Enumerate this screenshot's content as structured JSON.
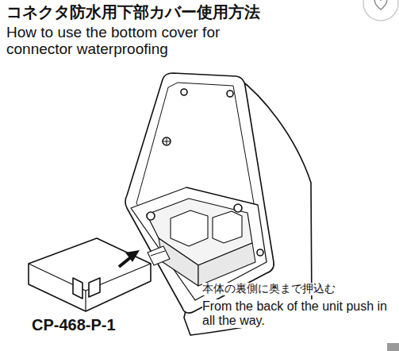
{
  "diagram": {
    "title": "コネクタ防水用下部カバー使用方法",
    "labels": [
      "How to use the bottom cover for connector waterproofing",
      "CP-468-P-1",
      "本体の裏側に奥まで押込む",
      "From the back of the unit push in all the way."
    ]
  }
}
